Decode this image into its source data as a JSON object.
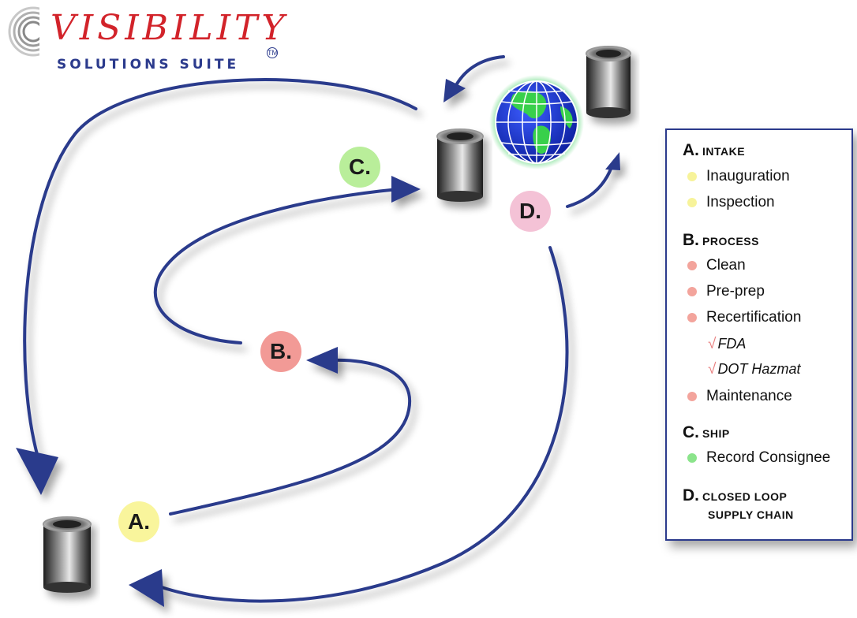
{
  "logo": {
    "title": "VISIBILITY",
    "subtitle": "SOLUTIONS SUITE",
    "trademark": "TM"
  },
  "nodes": {
    "a": {
      "label": "A.",
      "color": "#f9f59c"
    },
    "b": {
      "label": "B.",
      "color": "#f29a96"
    },
    "c": {
      "label": "C.",
      "color": "#b9ee9a"
    },
    "d": {
      "label": "D.",
      "color": "#f4c2d6"
    }
  },
  "colors": {
    "arrow": "#2b3a8c",
    "legend_border": "#2b3a8c",
    "intake_dot": "#f7f39a",
    "process_dot": "#f3a49c",
    "ship_dot": "#8be48b",
    "check": "#e98080"
  },
  "icons": [
    "cylinder-icon",
    "globe-icon",
    "check-icon"
  ],
  "legend": {
    "intake": {
      "letter": "A.",
      "title": "INTAKE",
      "items": [
        "Inauguration",
        "Inspection"
      ]
    },
    "process": {
      "letter": "B.",
      "title": "PROCESS",
      "items": [
        "Clean",
        "Pre-prep",
        "Recertification"
      ],
      "sub_items": [
        "FDA",
        "DOT Hazmat"
      ],
      "last_item": "Maintenance"
    },
    "ship": {
      "letter": "C.",
      "title": "SHIP",
      "items": [
        "Record Consignee"
      ]
    },
    "closed_loop": {
      "letter": "D.",
      "title_line1": "CLOSED LOOP",
      "title_line2": "SUPPLY CHAIN"
    }
  },
  "check_mark": "√"
}
